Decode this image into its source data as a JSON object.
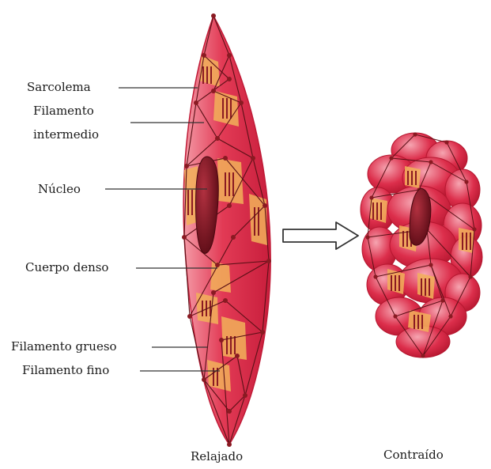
{
  "labels": {
    "sarcolema": "Sarcolema",
    "filamento_intermedio_1": "Filamento",
    "filamento_intermedio_2": "intermedio",
    "nucleo": "Núcleo",
    "cuerpo_denso": "Cuerpo denso",
    "filamento_grueso": "Filamento grueso",
    "filamento_fino": "Filamento fino"
  },
  "captions": {
    "relajado": "Relajado",
    "contraido": "Contraído"
  },
  "colors": {
    "cell_red": "#d42a46",
    "cell_light": "#f27d8c",
    "filament_orange": "#f2b15a",
    "nucleus": "#7a1420",
    "node": "#8a1a22"
  }
}
